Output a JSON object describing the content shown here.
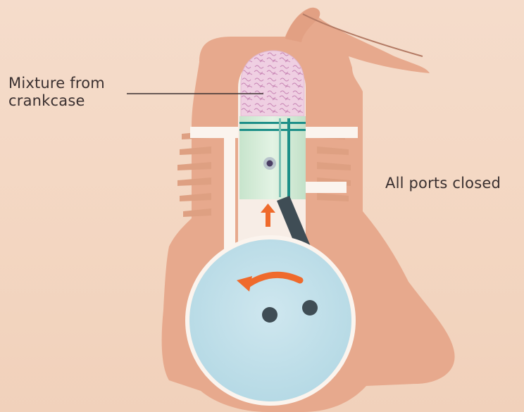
{
  "labels": {
    "mixture_line1": "Mixture from",
    "mixture_line2": "crankcase",
    "ports": "All ports closed"
  },
  "colors": {
    "background": "#f4d9c6",
    "engine_body": "#e8a98c",
    "passage": "#fbf6f0",
    "crankcase": "#bfe0ea",
    "piston": "#d6ecd8",
    "piston_ring": "#1d8f88",
    "mixture": "#ecc6dc",
    "arrows": "#ef6a2c",
    "connecting_rod": "#3f4d55"
  }
}
